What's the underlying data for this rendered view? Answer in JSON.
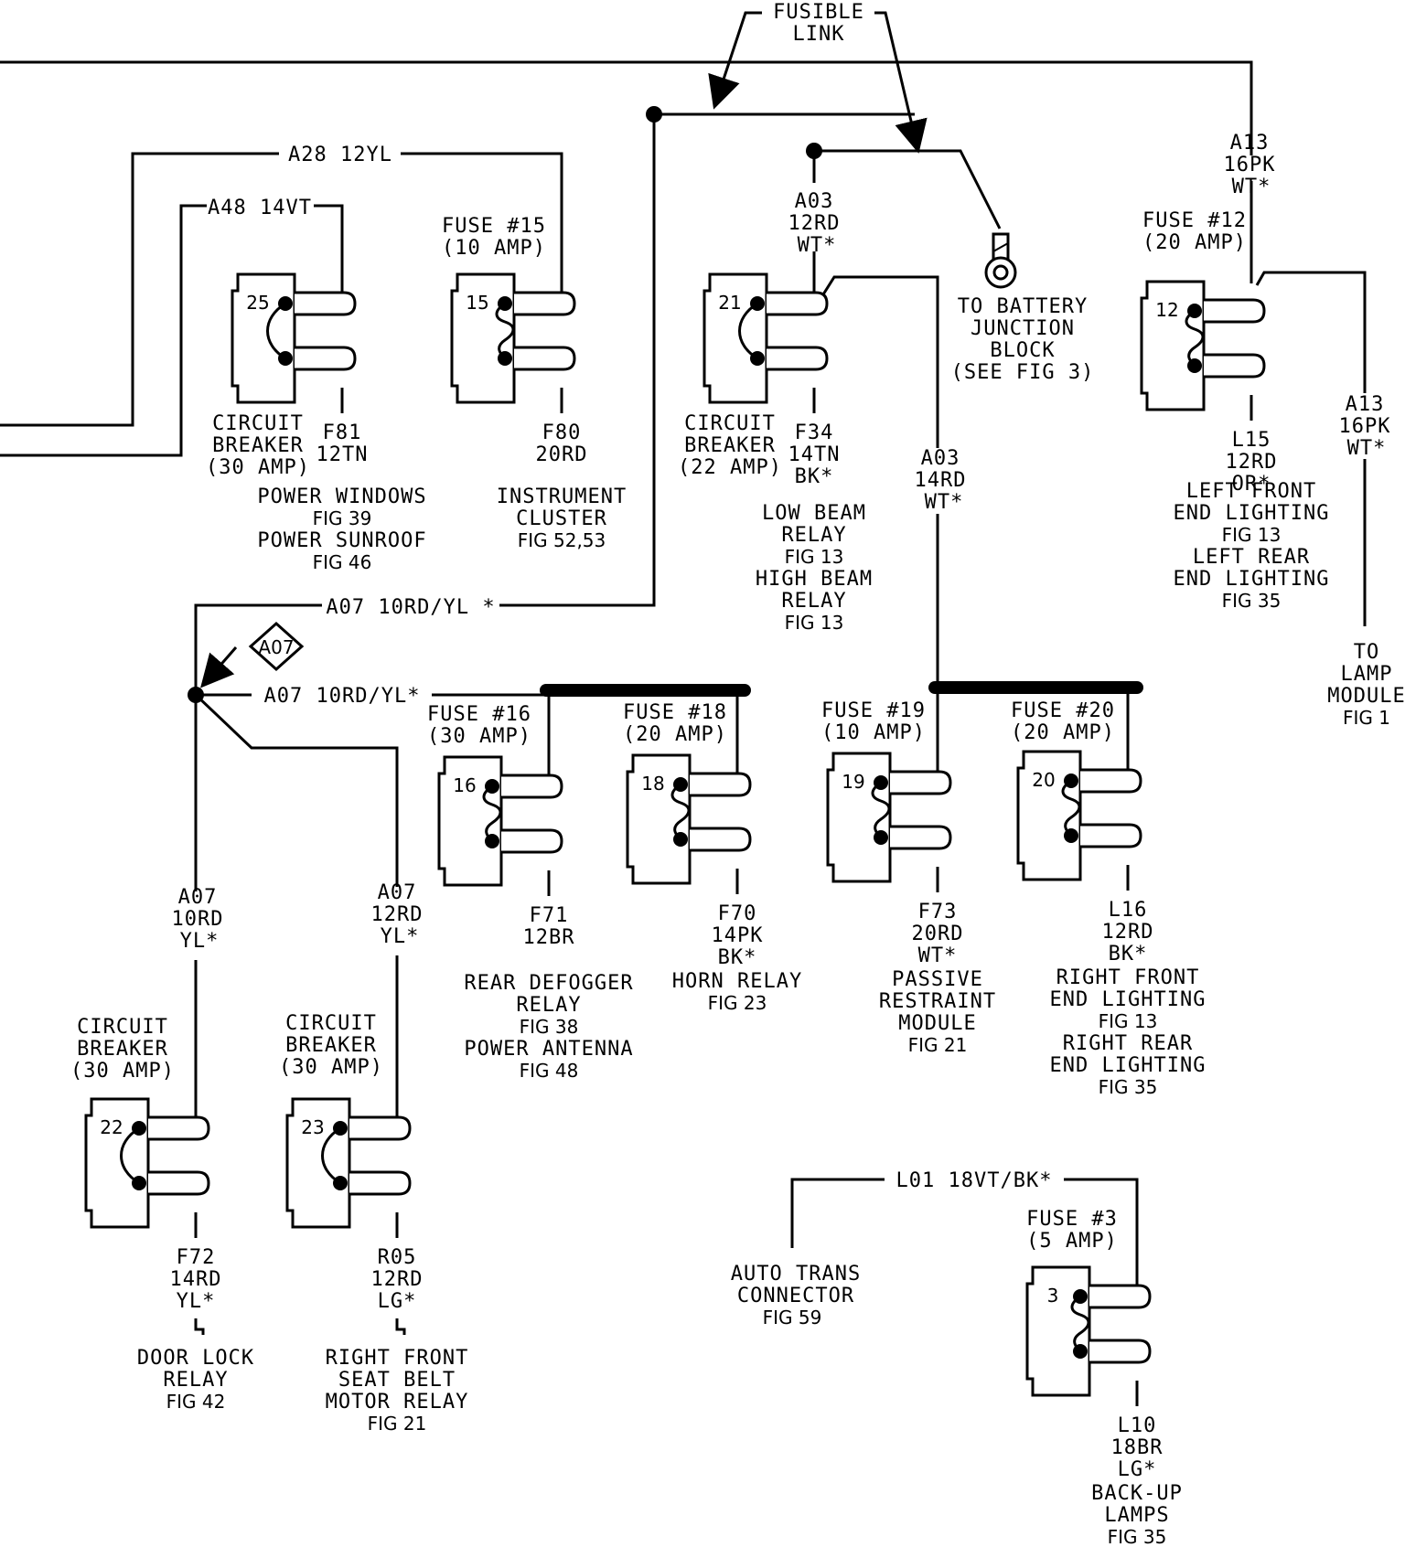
{
  "fusible_link": {
    "l1": "FUSIBLE",
    "l2": "LINK"
  },
  "devices": [
    {
      "id": "cb25",
      "kind": "breaker",
      "num": "25",
      "title": [],
      "out_wire": [
        "F81",
        "12TN"
      ],
      "side_label": [
        "CIRCUIT",
        "BREAKER",
        "(30 AMP)"
      ],
      "dest": [
        [
          "POWER WINDOWS",
          "FIG 39"
        ],
        [
          "POWER SUNROOF",
          "FIG 46"
        ]
      ]
    },
    {
      "id": "f15",
      "kind": "fuse",
      "num": "15",
      "title": [
        "FUSE #15",
        "(10 AMP)"
      ],
      "out_wire": [
        "F80",
        "20RD"
      ],
      "side_label": [],
      "dest": [
        [
          "INSTRUMENT",
          "CLUSTER",
          "FIG 52,53"
        ]
      ]
    },
    {
      "id": "cb21",
      "kind": "breaker",
      "num": "21",
      "title": [],
      "out_wire": [
        "F34",
        "14TN",
        "BK*"
      ],
      "side_label": [
        "CIRCUIT",
        "BREAKER",
        "(22 AMP)"
      ],
      "dest": [
        [
          "LOW BEAM",
          "RELAY",
          "FIG 13"
        ],
        [
          "HIGH BEAM",
          "RELAY",
          "FIG 13"
        ]
      ]
    },
    {
      "id": "f12",
      "kind": "fuse",
      "num": "12",
      "title": [
        "FUSE #12",
        "(20 AMP)"
      ],
      "out_wire": [
        "L15",
        "12RD",
        "OR*"
      ],
      "side_label": [],
      "dest": [
        [
          "LEFT FRONT",
          "END LIGHTING",
          "FIG 13"
        ],
        [
          "LEFT REAR",
          "END LIGHTING",
          "FIG 35"
        ]
      ]
    },
    {
      "id": "f16",
      "kind": "fuse",
      "num": "16",
      "title": [
        "FUSE #16",
        "(30 AMP)"
      ],
      "out_wire": [
        "F71",
        "12BR"
      ],
      "side_label": [],
      "dest": [
        [
          "REAR DEFOGGER",
          "RELAY",
          "FIG 38"
        ],
        [
          "POWER ANTENNA",
          "FIG 48"
        ]
      ]
    },
    {
      "id": "f18",
      "kind": "fuse",
      "num": "18",
      "title": [
        "FUSE #18",
        "(20 AMP)"
      ],
      "out_wire": [
        "F70",
        "14PK",
        "BK*"
      ],
      "side_label": [],
      "dest": [
        [
          "HORN RELAY",
          "FIG 23"
        ]
      ]
    },
    {
      "id": "f19",
      "kind": "fuse",
      "num": "19",
      "title": [
        "FUSE #19",
        "(10 AMP)"
      ],
      "out_wire": [
        "F73",
        "20RD",
        "WT*"
      ],
      "side_label": [],
      "dest": [
        [
          "PASSIVE",
          "RESTRAINT",
          "MODULE",
          "FIG 21"
        ]
      ]
    },
    {
      "id": "f20",
      "kind": "fuse",
      "num": "20",
      "title": [
        "FUSE #20",
        "(20 AMP)"
      ],
      "out_wire": [
        "L16",
        "12RD",
        "BK*"
      ],
      "side_label": [],
      "dest": [
        [
          "RIGHT FRONT",
          "END LIGHTING",
          "FIG 13"
        ],
        [
          "RIGHT REAR",
          "END LIGHTING",
          "FIG 35"
        ]
      ]
    },
    {
      "id": "cb22",
      "kind": "breaker",
      "num": "22",
      "title": [
        "CIRCUIT",
        "BREAKER",
        "(30 AMP)"
      ],
      "out_wire": [
        "F72",
        "14RD",
        "YL*"
      ],
      "side_label": [],
      "dest": [
        [
          "DOOR LOCK",
          "RELAY",
          "FIG 42"
        ]
      ]
    },
    {
      "id": "cb23",
      "kind": "breaker",
      "num": "23",
      "title": [
        "CIRCUIT",
        "BREAKER",
        "(30 AMP)"
      ],
      "out_wire": [
        "R05",
        "12RD",
        "LG*"
      ],
      "side_label": [],
      "dest": [
        [
          "RIGHT FRONT",
          "SEAT BELT",
          "MOTOR RELAY",
          "FIG 21"
        ]
      ]
    },
    {
      "id": "f3",
      "kind": "fuse",
      "num": "3",
      "title": [
        "FUSE #3",
        "(5 AMP)"
      ],
      "out_wire": [
        "L10",
        "18BR",
        "LG*"
      ],
      "side_label": [],
      "dest": [
        [
          "BACK-UP",
          "LAMPS",
          "FIG 35"
        ]
      ]
    }
  ],
  "wires": {
    "a28": "A28 12YL",
    "a48": "A48 14VT",
    "a03_top": [
      "A03",
      "12RD",
      "WT*"
    ],
    "a03_mid": [
      "A03",
      "14RD",
      "WT*"
    ],
    "a13_top": [
      "A13",
      "16PK",
      "WT*"
    ],
    "a13_right": [
      "A13",
      "16PK",
      "WT*"
    ],
    "a07_main": "A07 10RD/YL *",
    "a07_bus": "A07 10RD/YL*",
    "a07_left": [
      "A07",
      "10RD",
      "YL*"
    ],
    "a07_right": [
      "A07",
      "12RD",
      "YL*"
    ],
    "l01": "L01 18VT/BK*",
    "splice_tag": "A07"
  },
  "battery": [
    "TO BATTERY",
    "JUNCTION",
    "BLOCK",
    "(SEE FIG 3)"
  ],
  "lamp_module": [
    "TO",
    "LAMP",
    "MODULE",
    "FIG 1"
  ],
  "auto_trans": [
    "AUTO TRANS",
    "CONNECTOR",
    "FIG 59"
  ]
}
